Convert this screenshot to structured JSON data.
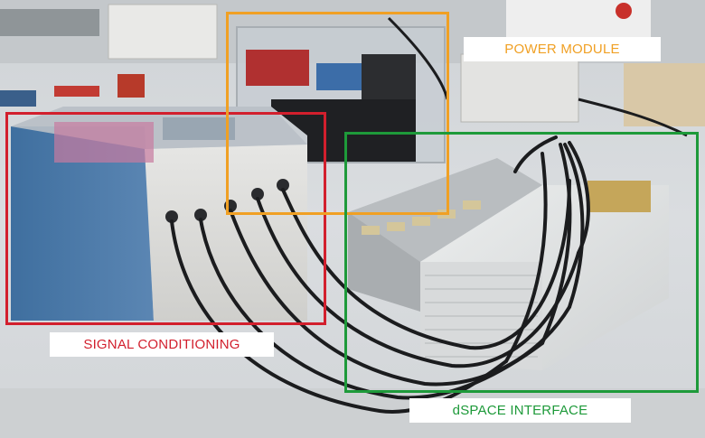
{
  "photo": {
    "description_hidden": false
  },
  "regions": {
    "signal": {
      "label": "SIGNAL CONDITIONING",
      "color": "#d21f2d"
    },
    "power": {
      "label": "POWER MODULE",
      "color": "#f0a024"
    },
    "dspace": {
      "label": "dSPACE INTERFACE",
      "color": "#1e9a3a"
    }
  }
}
